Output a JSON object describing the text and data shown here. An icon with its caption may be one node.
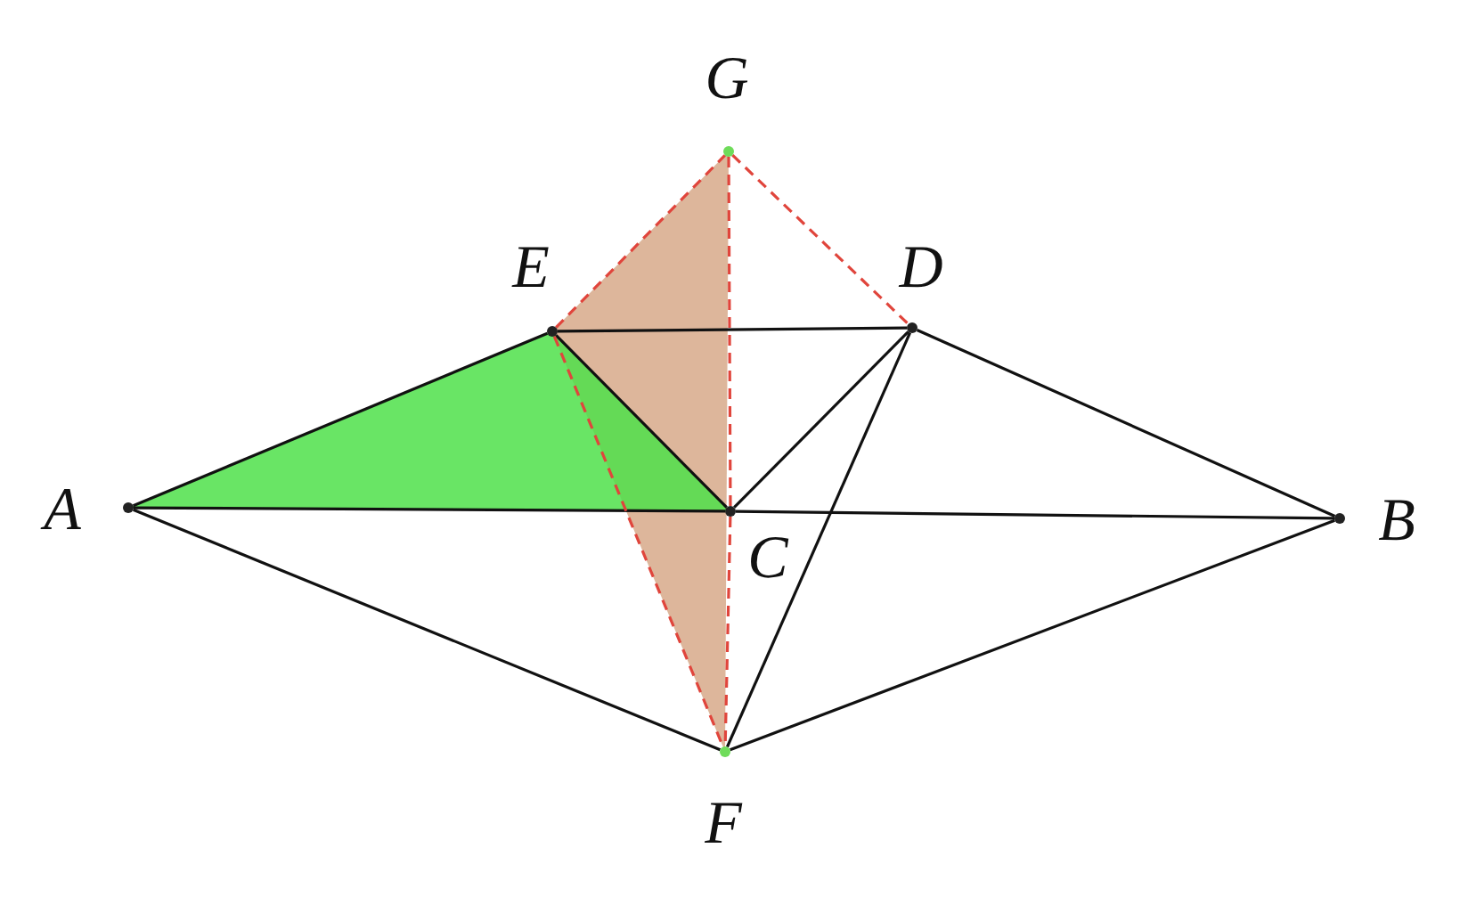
{
  "diagram": {
    "nodes": [
      {
        "text": [],
        "shape": "circle",
        "beside": [
          "A"
        ]
      },
      {
        "text": [],
        "shape": "circle",
        "beside": [
          "B"
        ]
      },
      {
        "text": [],
        "shape": "circle",
        "beside": [
          "C"
        ]
      },
      {
        "text": [],
        "shape": "circle",
        "beside": [
          "D"
        ]
      },
      {
        "text": [],
        "shape": "circle",
        "beside": [
          "E"
        ]
      },
      {
        "text": [],
        "shape": "circle",
        "beside": [
          "F"
        ]
      },
      {
        "text": [],
        "shape": "circle",
        "beside": [
          "G"
        ]
      }
    ],
    "edges": [
      {
        "from": 4,
        "to": 3,
        "arrow": "none"
      },
      {
        "from": 0,
        "to": 4,
        "arrow": "none"
      },
      {
        "from": 0,
        "to": 2,
        "arrow": "none"
      },
      {
        "from": 2,
        "to": 1,
        "arrow": "none"
      },
      {
        "from": 0,
        "to": 5,
        "arrow": "none"
      },
      {
        "from": 5,
        "to": 1,
        "arrow": "none"
      },
      {
        "from": 3,
        "to": 1,
        "arrow": "none"
      },
      {
        "from": 4,
        "to": 2,
        "arrow": "none"
      },
      {
        "from": 2,
        "to": 3,
        "arrow": "none"
      },
      {
        "from": 5,
        "to": 3,
        "arrow": "none"
      },
      {
        "from": 4,
        "to": 6,
        "arrow": "none",
        "style": "dashed",
        "color": "#e0453c"
      },
      {
        "from": 6,
        "to": 3,
        "arrow": "none",
        "style": "dashed",
        "color": "#e0453c"
      },
      {
        "from": 6,
        "to": 2,
        "arrow": "none",
        "style": "dashed",
        "color": "#e0453c"
      },
      {
        "from": 2,
        "to": 5,
        "arrow": "none",
        "style": "dashed",
        "color": "#e0453c"
      },
      {
        "from": 4,
        "to": 5,
        "arrow": "none",
        "style": "dashed",
        "color": "#e0453c"
      }
    ]
  }
}
